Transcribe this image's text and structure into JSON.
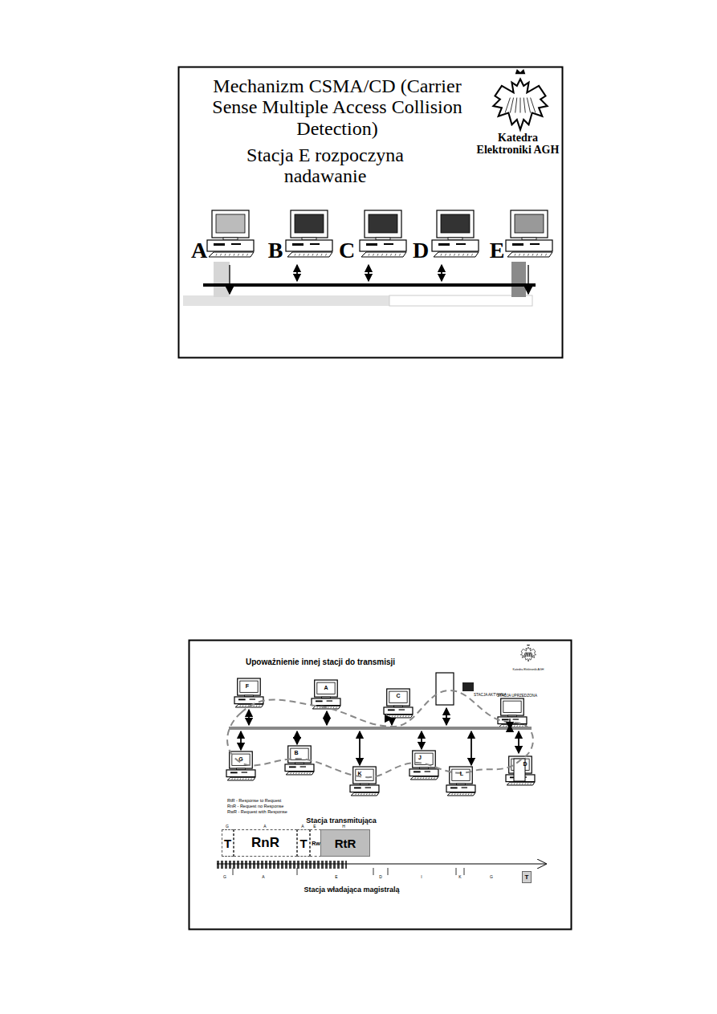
{
  "diagram": {
    "title": "Mechanizm CSMA/CD (Carrier Sense Multiple Access Collision Detection)",
    "nodes": [
      {
        "text": [
          "T"
        ]
      },
      {
        "text": [
          "RnR"
        ]
      },
      {
        "text": [
          "T"
        ]
      },
      {
        "text": [
          "RwR"
        ]
      },
      {
        "text": [
          "RtR"
        ]
      },
      {
        "text": [
          "T"
        ]
      }
    ],
    "labels": [
      "Stacja E rozpoczyna nadawanie",
      "Katedra Elektroniki AGH",
      "A",
      "B",
      "C",
      "D",
      "E",
      "Upoważnienie innej stacji do transmisji",
      "F",
      "A",
      "C",
      "STACJA AKTYWNA",
      "STACJA UPRZEDZONA",
      "Katedra Elektroniki AGH",
      "G",
      "B",
      "K",
      "J",
      "L",
      "D",
      "RtR - Response to Request",
      "RnR - Request no Response",
      "RwR - Request with Response",
      "Stacja transmitująca",
      "G",
      "A",
      "A",
      "E",
      "H",
      "G",
      "A",
      "E",
      "D",
      "I",
      "K",
      "G",
      "Stacja władająca magistralą"
    ]
  }
}
